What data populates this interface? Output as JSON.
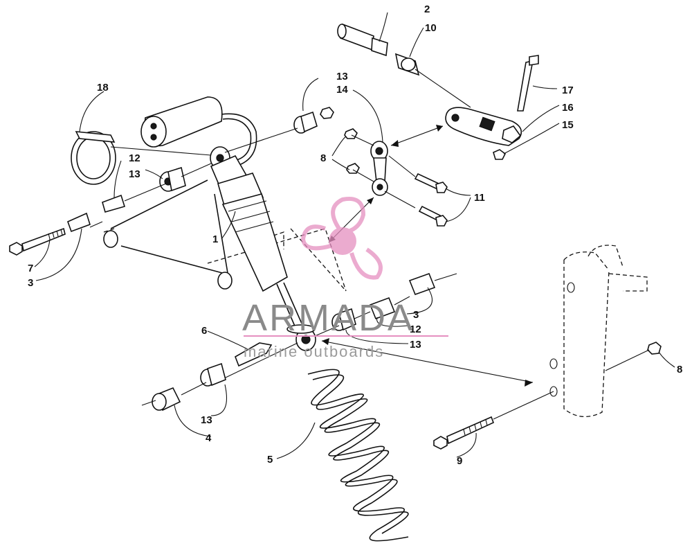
{
  "callouts": {
    "c1": "1",
    "c2": "2",
    "c3a": "3",
    "c3b": "3",
    "c4": "4",
    "c5": "5",
    "c6": "6",
    "c7": "7",
    "c8a": "8",
    "c8b": "8",
    "c9": "9",
    "c10": "10",
    "c11": "11",
    "c12a": "12",
    "c12b": "12",
    "c13a": "13",
    "c13b": "13",
    "c13c": "13",
    "c13d": "13",
    "c14": "14",
    "c15": "15",
    "c16": "16",
    "c17": "17",
    "c18": "18"
  },
  "watermark": {
    "brand": "ARMADA",
    "tagline": "marine outboards",
    "logo_icon": "propeller-logo-icon",
    "logo_color": "#e58fc0"
  }
}
